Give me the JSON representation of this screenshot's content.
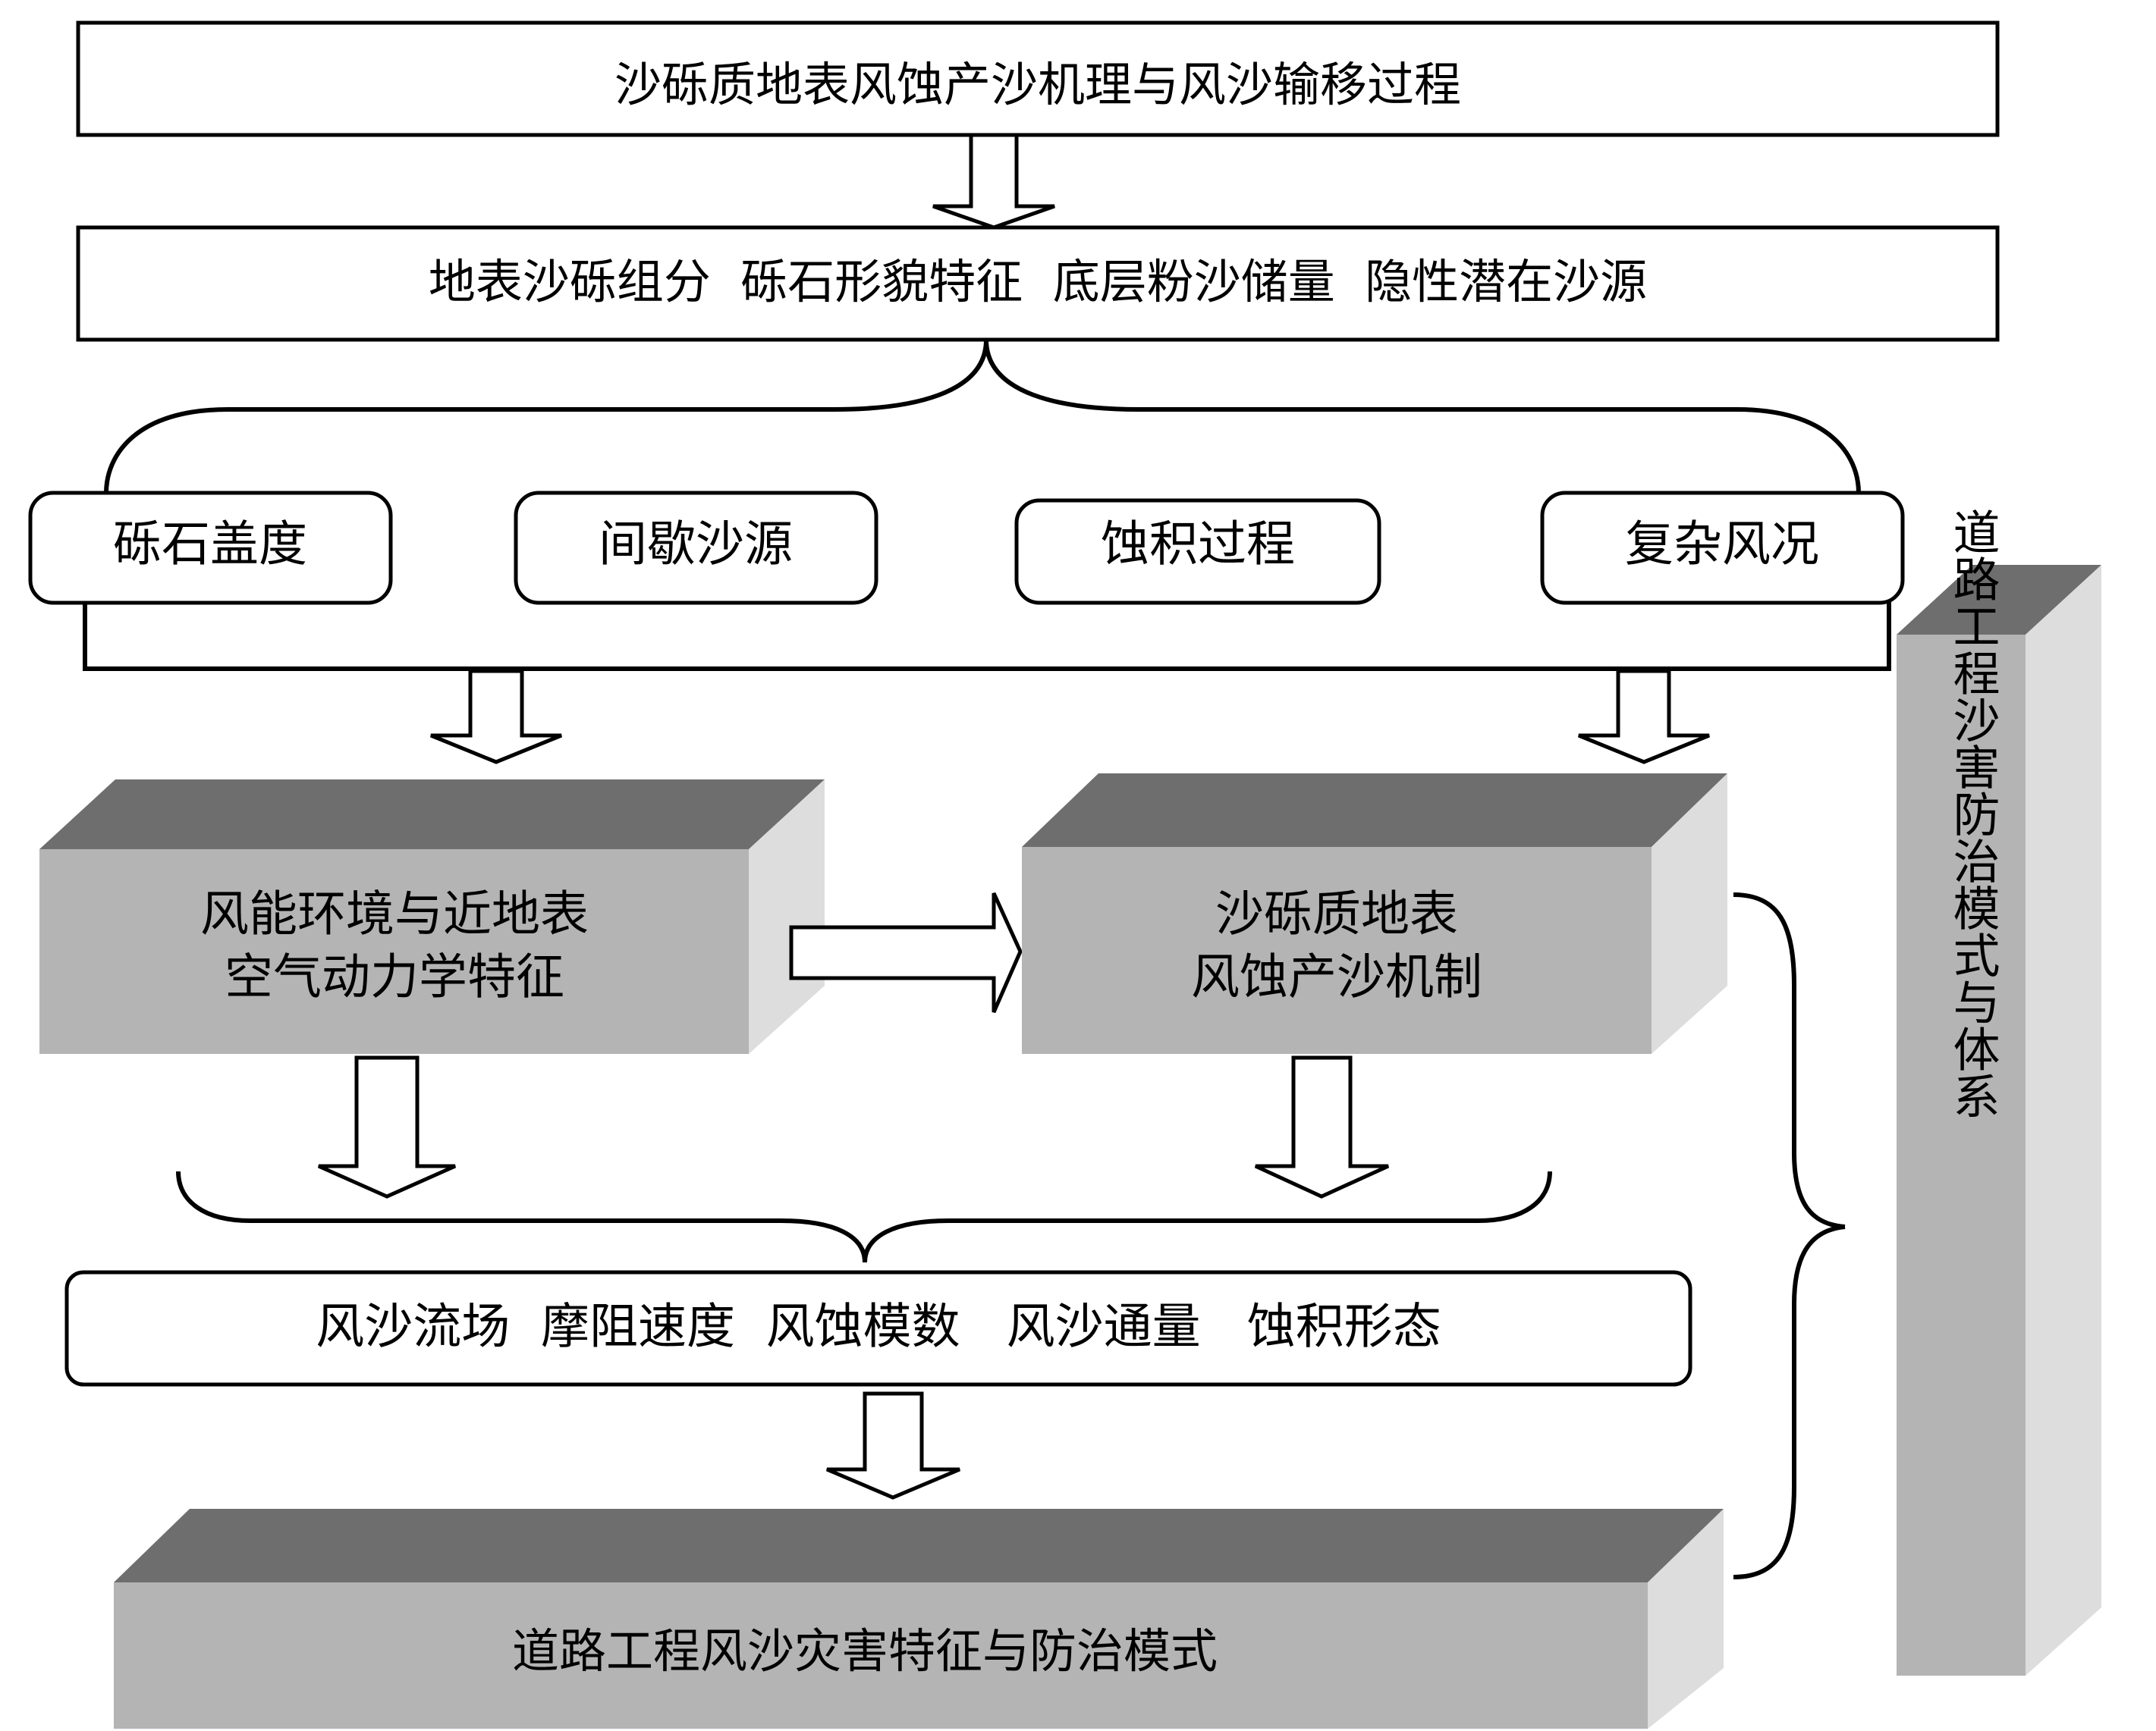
{
  "top_box": {
    "label": "沙砾质地表风蚀产沙机理与风沙输移过程"
  },
  "second_box": {
    "label": "地表沙砾组分  砾石形貌特征  底层粉沙储量  隐性潜在沙源"
  },
  "factor_boxes": [
    {
      "label": "砾石盖度"
    },
    {
      "label": "间歇沙源"
    },
    {
      "label": "蚀积过程"
    },
    {
      "label": "复杂风况"
    }
  ],
  "block_left": {
    "line1": "风能环境与近地表",
    "line2": "空气动力学特征"
  },
  "block_right": {
    "line1": "沙砾质地表",
    "line2": "风蚀产沙机制"
  },
  "params_box": {
    "label": "风沙流场  摩阻速度  风蚀模数   风沙通量   蚀积形态"
  },
  "bottom_block": {
    "label": "道路工程风沙灾害特征与防治模式"
  },
  "side_pillar": {
    "label": "道路工程沙害防治模式与体系"
  },
  "colors": {
    "block_front": "#b4b4b4",
    "block_top": "#6e6e6e",
    "block_side": "#dddddd",
    "line": "#000000"
  }
}
